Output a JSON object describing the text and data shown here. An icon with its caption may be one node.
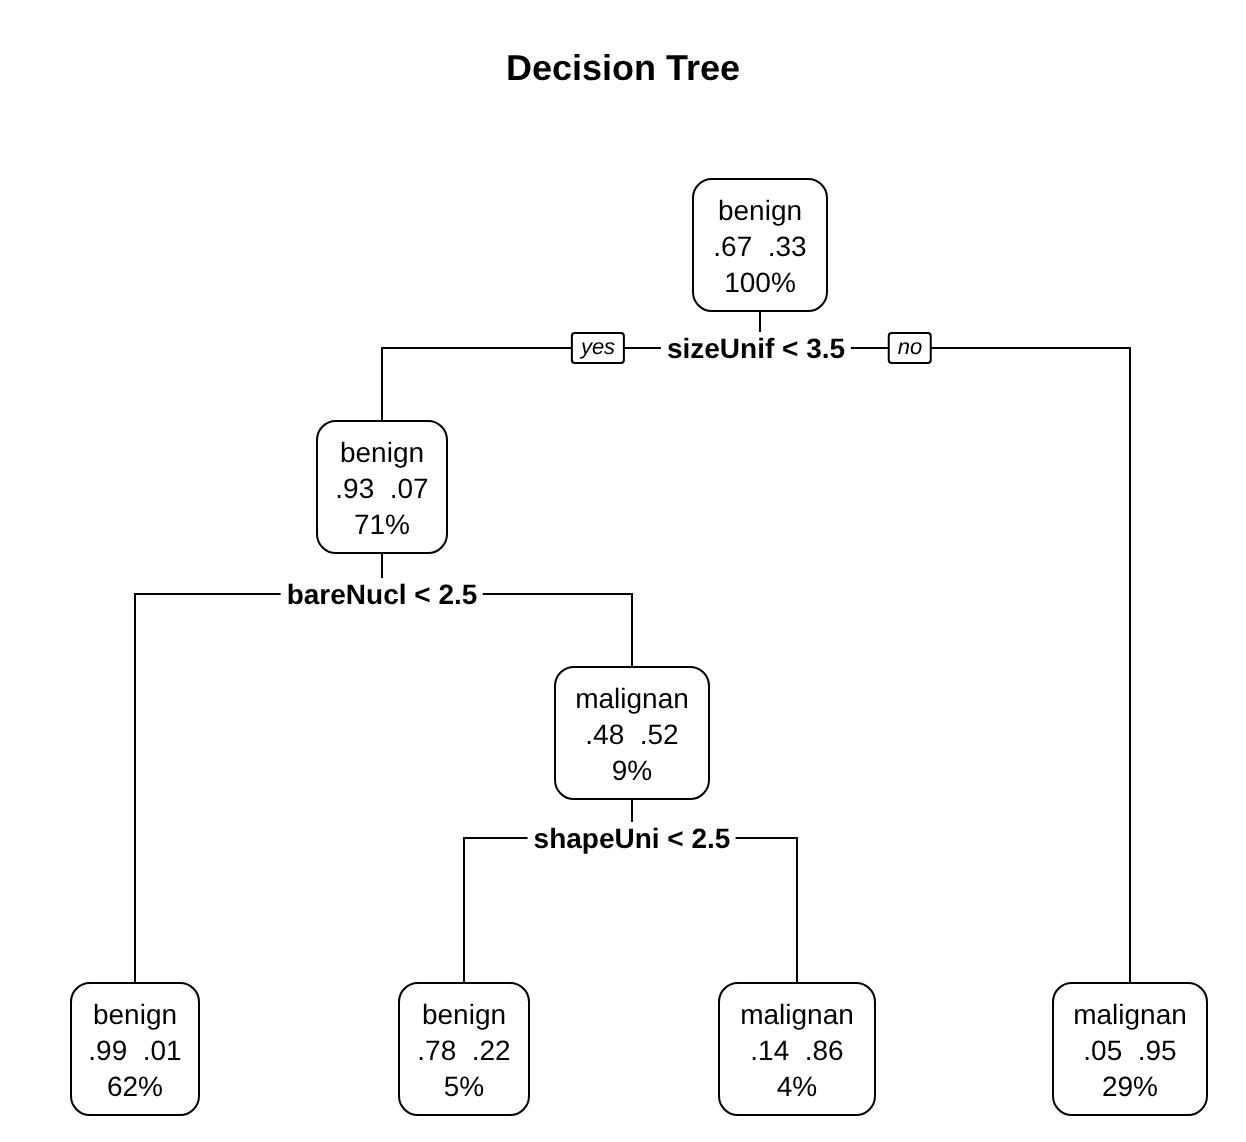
{
  "diagram": {
    "title": "Decision Tree",
    "nodes": [
      {
        "text": [
          "benign",
          ".67  .33",
          "100%"
        ]
      },
      {
        "text": [
          "benign",
          ".93  .07",
          "71%"
        ]
      },
      {
        "text": [
          "malignan",
          ".48  .52",
          "9%"
        ]
      },
      {
        "text": [
          "benign",
          ".99  .01",
          "62%"
        ]
      },
      {
        "text": [
          "benign",
          ".78  .22",
          "5%"
        ]
      },
      {
        "text": [
          "malignan",
          ".14  .86",
          "4%"
        ]
      },
      {
        "text": [
          "malignan",
          ".05  .95",
          "29%"
        ]
      }
    ],
    "edges": [
      {
        "from": 0,
        "to": 1,
        "arrow": "none",
        "label": "yes"
      },
      {
        "from": 0,
        "to": 6,
        "arrow": "none",
        "label": "no"
      },
      {
        "from": 1,
        "to": 3,
        "arrow": "none"
      },
      {
        "from": 1,
        "to": 2,
        "arrow": "none"
      },
      {
        "from": 2,
        "to": 4,
        "arrow": "none"
      },
      {
        "from": 2,
        "to": 5,
        "arrow": "none"
      }
    ],
    "labels": [
      "sizeUnif < 3.5",
      "bareNucl < 2.5",
      "shapeUni < 2.5"
    ]
  }
}
